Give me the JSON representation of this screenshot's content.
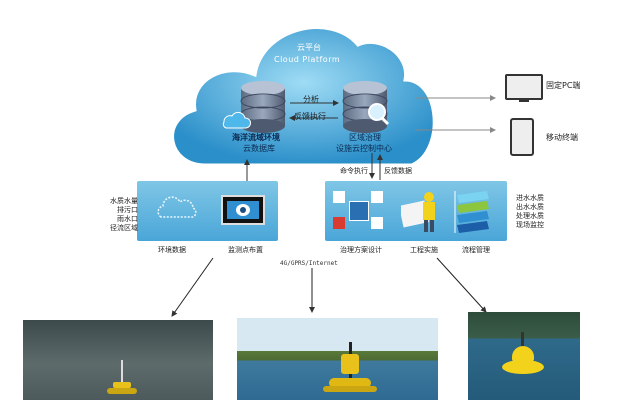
{
  "cloud": {
    "title_cn": "云平台",
    "title_en": "Cloud Platform",
    "db_left_line1": "海洋流域环境",
    "db_left_line2": "云数据库",
    "db_right_line1": "区域治理",
    "db_right_line2": "设施云控制中心",
    "arrow_top_label": "分析",
    "arrow_bottom_label": "反馈执行"
  },
  "endpoints": {
    "pc_label": "固定PC端",
    "mobile_label": "移动终端"
  },
  "links": {
    "command_label": "命令执行",
    "feedback_label": "反馈数据",
    "network_label": "4G/GPRS/Internet"
  },
  "left_panel": {
    "side_labels": [
      "水质水量",
      "排污口",
      "雨水口",
      "径流区域"
    ],
    "captions": [
      "环境数据",
      "监测点布置"
    ]
  },
  "right_panel": {
    "side_labels": [
      "进水水质",
      "出水水质",
      "处理水质",
      "现场监控"
    ],
    "captions": [
      "治理方案设计",
      "工程实施",
      "流程管理"
    ]
  },
  "colors": {
    "cloud": "#3aa0d4",
    "panel": "#5cb3de",
    "buoy": "#e8c21a"
  }
}
